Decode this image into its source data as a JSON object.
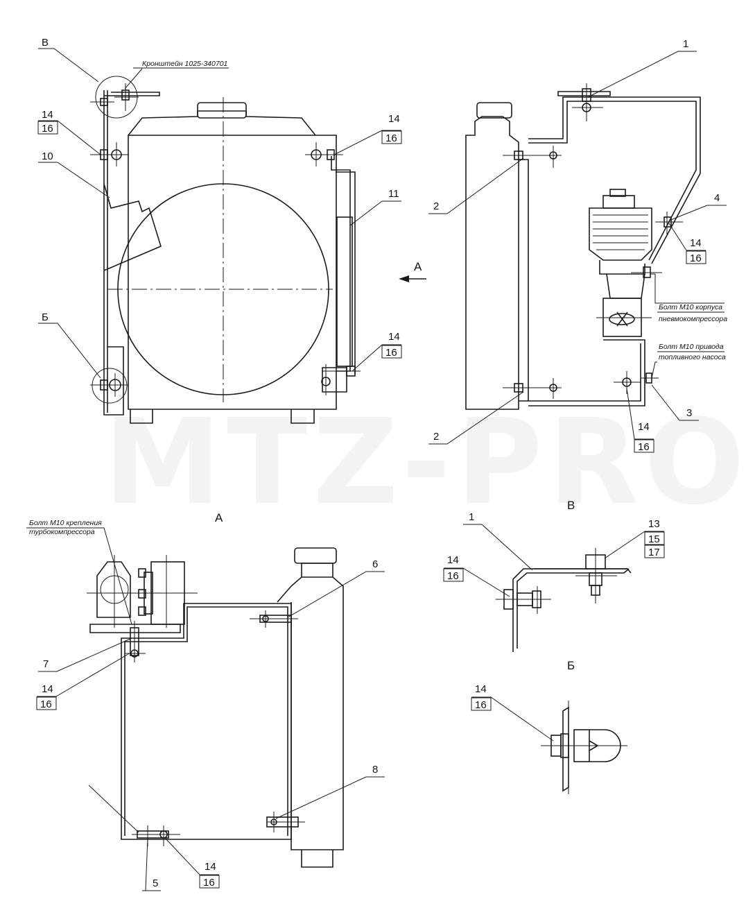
{
  "watermark": "MTZ-PRO",
  "views": {
    "arrow_a": "А",
    "label_a": "А",
    "label_b_top": "В",
    "label_b_bottom": "Б",
    "circle_b_top": "В",
    "circle_b_bottom": "Б"
  },
  "notes": {
    "bracket": "Кронштейн 1025-340701",
    "bolt_compressor_body_1": "Болт М10 корпуса",
    "bolt_compressor_body_2": "пневмокомпрессора",
    "bolt_fuel_pump_1": "Болт М10 привода",
    "bolt_fuel_pump_2": "топливного насоса",
    "bolt_turbo_1": "Болт М10 крепления",
    "bolt_turbo_2": "турбокомпрессора"
  },
  "callouts": {
    "front_14_ul": "14",
    "front_16_ul": "16",
    "front_14_ur": "14",
    "front_16_ur": "16",
    "front_10": "10",
    "front_11": "11",
    "front_14_lr": "14",
    "front_16_lr": "16",
    "side_1": "1",
    "side_2_top": "2",
    "side_4": "4",
    "side_14": "14",
    "side_16": "16",
    "side_2_bot": "2",
    "side_3": "3",
    "side_14_b": "14",
    "side_16_b": "16",
    "a_6": "6",
    "a_7": "7",
    "a_14": "14",
    "a_16": "16",
    "a_8": "8",
    "a_5": "5",
    "a_14_b": "14",
    "a_16_b": "16",
    "dv_1": "1",
    "dv_13": "13",
    "dv_15": "15",
    "dv_17": "17",
    "dv_14": "14",
    "dv_16": "16",
    "db_14": "14",
    "db_16": "16"
  }
}
